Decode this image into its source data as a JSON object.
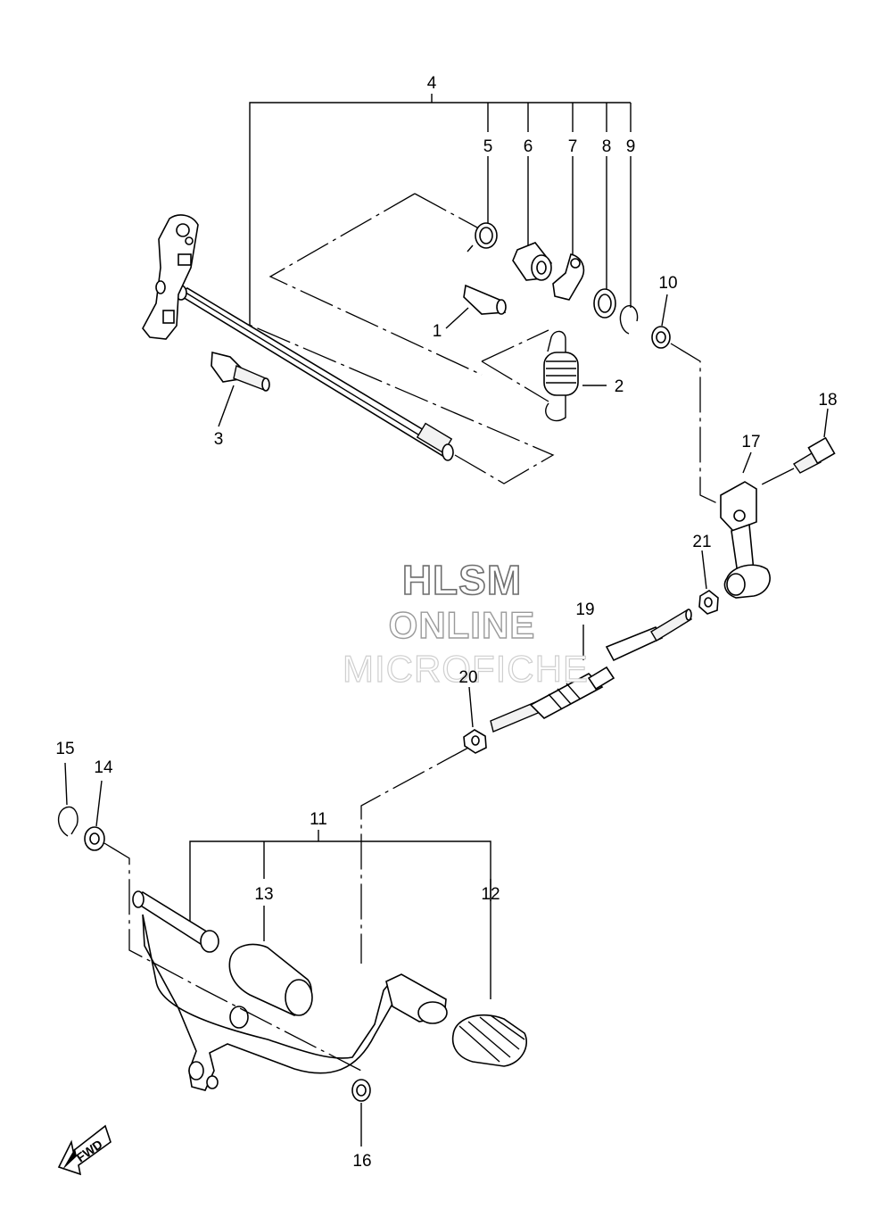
{
  "watermark": {
    "line1": "HLSM",
    "line2": "ONLINE",
    "line3": "MICROFICHE"
  },
  "direction_badge": "FWD",
  "callouts": {
    "c1": "1",
    "c2": "2",
    "c3": "3",
    "c4": "4",
    "c5": "5",
    "c6": "6",
    "c7": "7",
    "c8": "8",
    "c9": "9",
    "c10": "10",
    "c11": "11",
    "c12": "12",
    "c13": "13",
    "c14": "14",
    "c15": "15",
    "c16": "16",
    "c17": "17",
    "c18": "18",
    "c19": "19",
    "c20": "20",
    "c21": "21"
  },
  "icons": [
    "fwd-arrow-icon"
  ]
}
